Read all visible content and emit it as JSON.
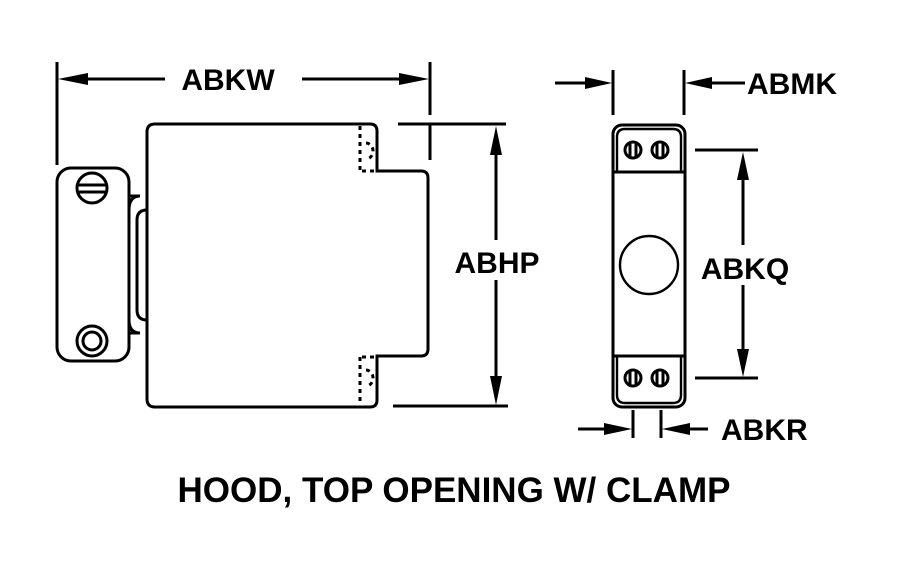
{
  "diagram": {
    "title": "HOOD, TOP OPENING W/ CLAMP",
    "colors": {
      "ink": "#000000",
      "background": "#ffffff"
    },
    "side_view": {
      "dimensions": {
        "width_label": "ABKW",
        "height_label": "ABHP"
      }
    },
    "end_view": {
      "dimensions": {
        "width_label": "ABMK",
        "screw_spacing_label": "ABKQ",
        "screw_width_label": "ABKR"
      }
    }
  }
}
